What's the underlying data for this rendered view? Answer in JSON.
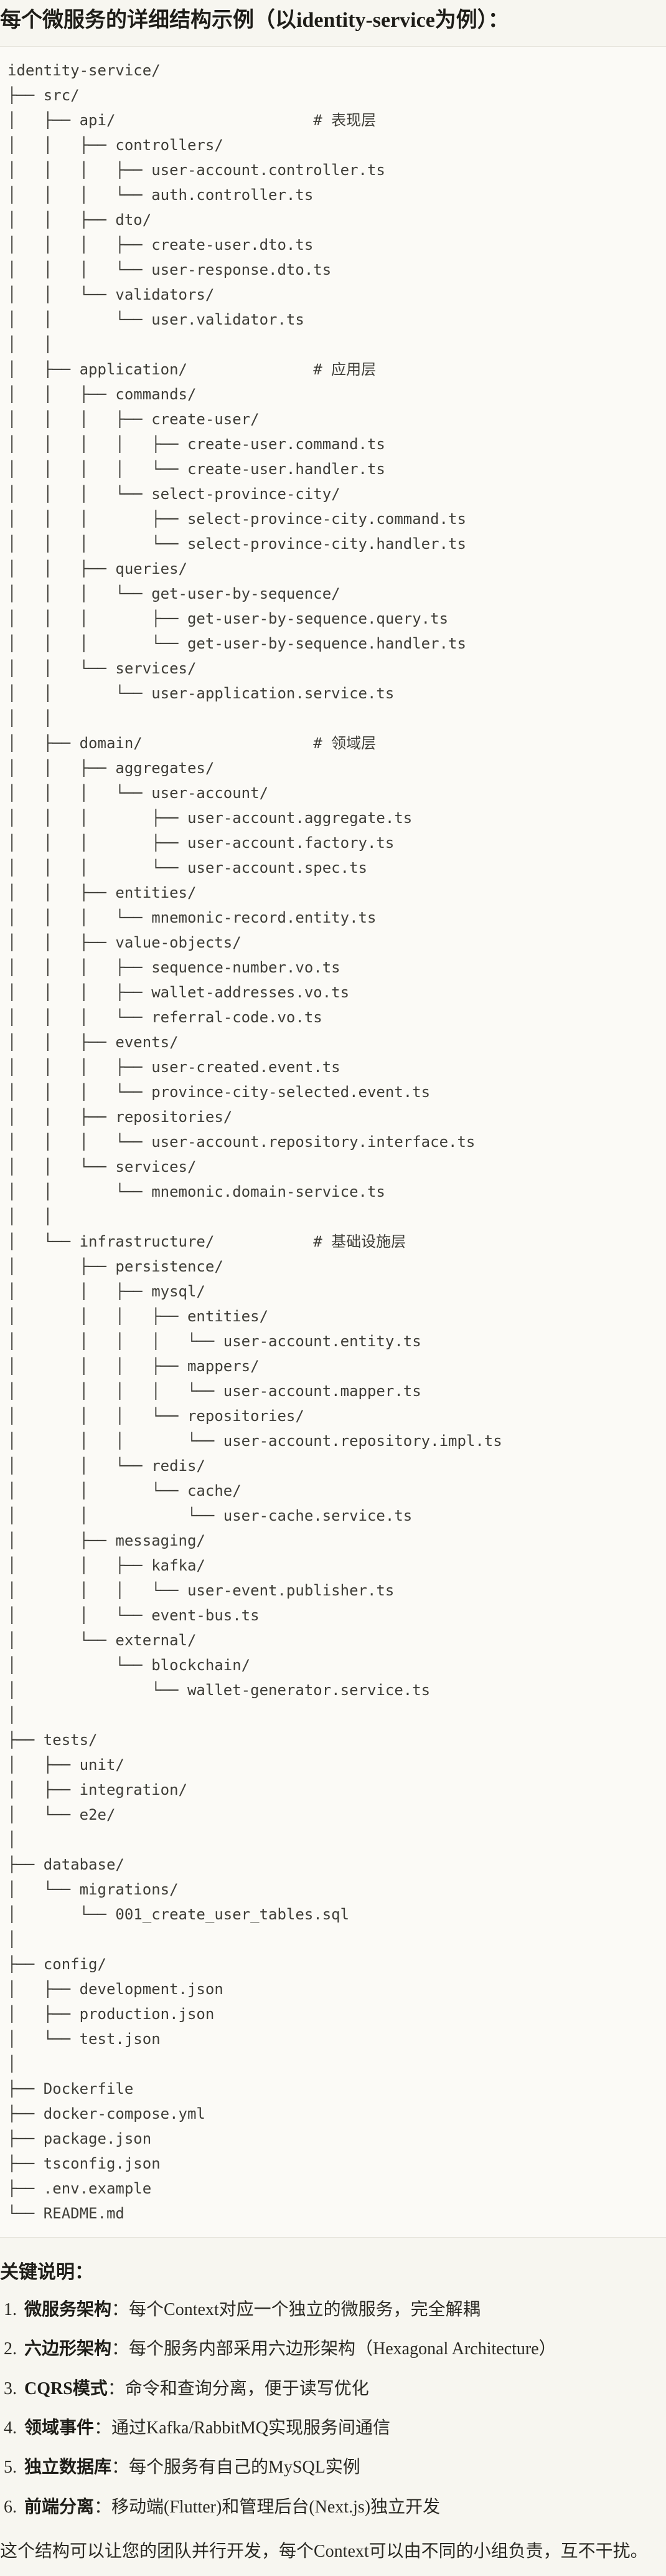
{
  "page": {
    "title": "每个微服务的详细结构示例（以identity-service为例）：",
    "background_color": "#F7F6F0"
  },
  "code_block": {
    "background_color": "#FBFAF6",
    "border_color": "#E6E4DB",
    "text_color": "#3E3D37",
    "layer_comments": [
      "# 表现层",
      "# 应用层",
      "# 领域层",
      "# 基础设施层"
    ],
    "tree_lines": [
      "identity-service/",
      "├── src/",
      "│   ├── api/                      # 表现层",
      "│   │   ├── controllers/",
      "│   │   │   ├── user-account.controller.ts",
      "│   │   │   └── auth.controller.ts",
      "│   │   ├── dto/",
      "│   │   │   ├── create-user.dto.ts",
      "│   │   │   └── user-response.dto.ts",
      "│   │   └── validators/",
      "│   │       └── user.validator.ts",
      "│   │",
      "│   ├── application/              # 应用层",
      "│   │   ├── commands/",
      "│   │   │   ├── create-user/",
      "│   │   │   │   ├── create-user.command.ts",
      "│   │   │   │   └── create-user.handler.ts",
      "│   │   │   └── select-province-city/",
      "│   │   │       ├── select-province-city.command.ts",
      "│   │   │       └── select-province-city.handler.ts",
      "│   │   ├── queries/",
      "│   │   │   └── get-user-by-sequence/",
      "│   │   │       ├── get-user-by-sequence.query.ts",
      "│   │   │       └── get-user-by-sequence.handler.ts",
      "│   │   └── services/",
      "│   │       └── user-application.service.ts",
      "│   │",
      "│   ├── domain/                   # 领域层",
      "│   │   ├── aggregates/",
      "│   │   │   └── user-account/",
      "│   │   │       ├── user-account.aggregate.ts",
      "│   │   │       ├── user-account.factory.ts",
      "│   │   │       └── user-account.spec.ts",
      "│   │   ├── entities/",
      "│   │   │   └── mnemonic-record.entity.ts",
      "│   │   ├── value-objects/",
      "│   │   │   ├── sequence-number.vo.ts",
      "│   │   │   ├── wallet-addresses.vo.ts",
      "│   │   │   └── referral-code.vo.ts",
      "│   │   ├── events/",
      "│   │   │   ├── user-created.event.ts",
      "│   │   │   └── province-city-selected.event.ts",
      "│   │   ├── repositories/",
      "│   │   │   └── user-account.repository.interface.ts",
      "│   │   └── services/",
      "│   │       └── mnemonic.domain-service.ts",
      "│   │",
      "│   └── infrastructure/           # 基础设施层",
      "│       ├── persistence/",
      "│       │   ├── mysql/",
      "│       │   │   ├── entities/",
      "│       │   │   │   └── user-account.entity.ts",
      "│       │   │   ├── mappers/",
      "│       │   │   │   └── user-account.mapper.ts",
      "│       │   │   └── repositories/",
      "│       │   │       └── user-account.repository.impl.ts",
      "│       │   └── redis/",
      "│       │       └── cache/",
      "│       │           └── user-cache.service.ts",
      "│       ├── messaging/",
      "│       │   ├── kafka/",
      "│       │   │   └── user-event.publisher.ts",
      "│       │   └── event-bus.ts",
      "│       └── external/",
      "│           └── blockchain/",
      "│               └── wallet-generator.service.ts",
      "│",
      "├── tests/",
      "│   ├── unit/",
      "│   ├── integration/",
      "│   └── e2e/",
      "│",
      "├── database/",
      "│   └── migrations/",
      "│       └── 001_create_user_tables.sql",
      "│",
      "├── config/",
      "│   ├── development.json",
      "│   ├── production.json",
      "│   └── test.json",
      "│",
      "├── Dockerfile",
      "├── docker-compose.yml",
      "├── package.json",
      "├── tsconfig.json",
      "├── .env.example",
      "└── README.md"
    ]
  },
  "key_points": {
    "heading": "关键说明：",
    "items": [
      {
        "num": "1.",
        "label": "微服务架构",
        "text": "：每个Context对应一个独立的微服务，完全解耦"
      },
      {
        "num": "2.",
        "label": "六边形架构",
        "text": "：每个服务内部采用六边形架构（Hexagonal Architecture）"
      },
      {
        "num": "3.",
        "label": "CQRS模式",
        "text": "：命令和查询分离，便于读写优化"
      },
      {
        "num": "4.",
        "label": "领域事件",
        "text": "：通过Kafka/RabbitMQ实现服务间通信"
      },
      {
        "num": "5.",
        "label": "独立数据库",
        "text": "：每个服务有自己的MySQL实例"
      },
      {
        "num": "6.",
        "label": "前端分离",
        "text": "：移动端(Flutter)和管理后台(Next.js)独立开发"
      }
    ]
  },
  "closing": "这个结构可以让您的团队并行开发，每个Context可以由不同的小组负责，互不干扰。"
}
